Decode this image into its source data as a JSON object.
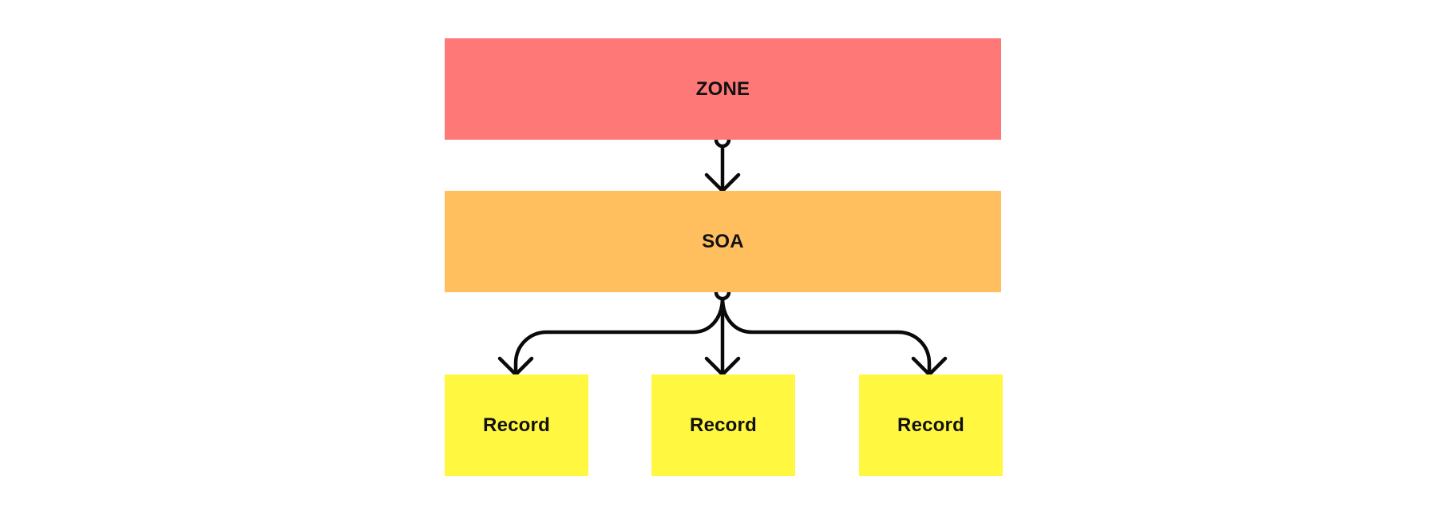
{
  "diagram": {
    "nodes": [
      {
        "id": "zone",
        "label": "ZONE",
        "color": "#FF7878"
      },
      {
        "id": "soa",
        "label": "SOA",
        "color": "#FFBF5E"
      },
      {
        "id": "record1",
        "label": "Record",
        "color": "#FFF740"
      },
      {
        "id": "record2",
        "label": "Record",
        "color": "#FFF740"
      },
      {
        "id": "record3",
        "label": "Record",
        "color": "#FFF740"
      }
    ],
    "edges": [
      {
        "from": "zone",
        "to": "soa"
      },
      {
        "from": "soa",
        "to": "record1"
      },
      {
        "from": "soa",
        "to": "record2"
      },
      {
        "from": "soa",
        "to": "record3"
      }
    ],
    "line_color": "#0A0A0A"
  }
}
